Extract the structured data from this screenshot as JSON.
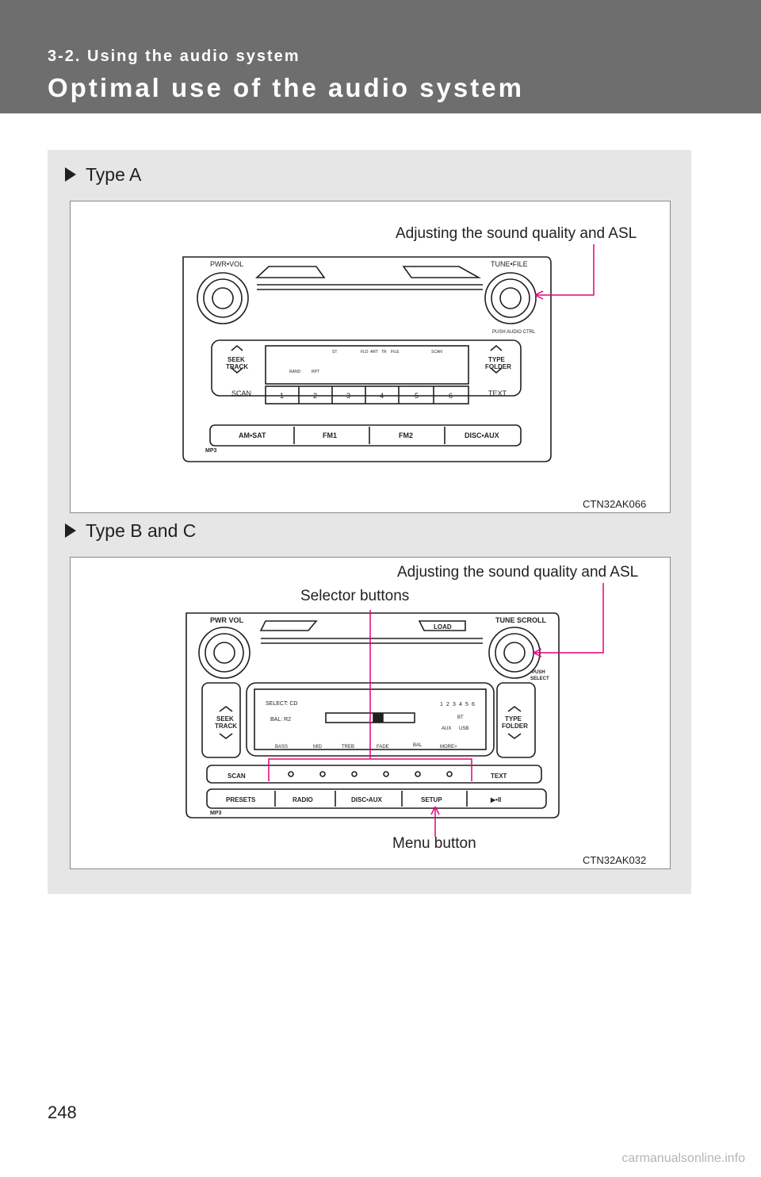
{
  "header": {
    "section": "3-2. Using the audio system",
    "title": "Optimal use of the audio system"
  },
  "colors": {
    "header_band": "#6e6e6e",
    "panel": "#e6e6e6",
    "callout_line": "#e6007e"
  },
  "type_a": {
    "heading": "Type A",
    "callout_sound": "Adjusting the sound quality and ASL",
    "figure_code": "CTN32AK066",
    "unit": {
      "pwr_vol": "PWR•VOL",
      "tune_file": "TUNE•FILE",
      "push_audio_ctrl": "PUSH AUDIO CTRL",
      "seek_track": [
        "SEEK",
        "TRACK"
      ],
      "type_folder": [
        "TYPE",
        "FOLDER"
      ],
      "scan": "SCAN",
      "text": "TEXT",
      "presets": [
        "1",
        "2",
        "3",
        "4",
        "5",
        "6"
      ],
      "bottom_buttons": [
        "AM•SAT",
        "FM1",
        "FM2",
        "DISC•AUX"
      ],
      "display_indicators": [
        "ST",
        "FLD",
        "ART",
        "TR",
        "FILE",
        "SCAN"
      ],
      "display_rand": "RAND",
      "display_rpt": "RPT",
      "mp3": "MP3"
    }
  },
  "type_bc": {
    "heading": "Type B and C",
    "callout_sound": "Adjusting the sound quality and ASL",
    "callout_selector": "Selector buttons",
    "callout_menu": "Menu button",
    "figure_code": "CTN32AK032",
    "unit": {
      "pwr_vol": "PWR VOL",
      "tune_scroll": "TUNE SCROLL",
      "load": "LOAD",
      "push_select": [
        "PUSH",
        "SELECT"
      ],
      "seek_track": [
        "SEEK",
        "TRACK"
      ],
      "type_folder": [
        "TYPE",
        "FOLDER"
      ],
      "select_line": "SELECT: CD",
      "bal_line": "BAL: R2",
      "menu_items": [
        "BASS",
        "MID",
        "TREB",
        "FADE",
        "BAL",
        "MORE>"
      ],
      "disc_slots": [
        "1",
        "2",
        "3",
        "4",
        "5",
        "6"
      ],
      "bt": "BT",
      "aux": "AUX",
      "usb": "USB",
      "scan": "SCAN",
      "text": "TEXT",
      "bottom_buttons": [
        "PRESETS",
        "RADIO",
        "DISC•AUX",
        "SETUP",
        "▶•II"
      ],
      "mp3": "MP3"
    }
  },
  "page_number": "248",
  "watermark": "carmanualsonline.info"
}
